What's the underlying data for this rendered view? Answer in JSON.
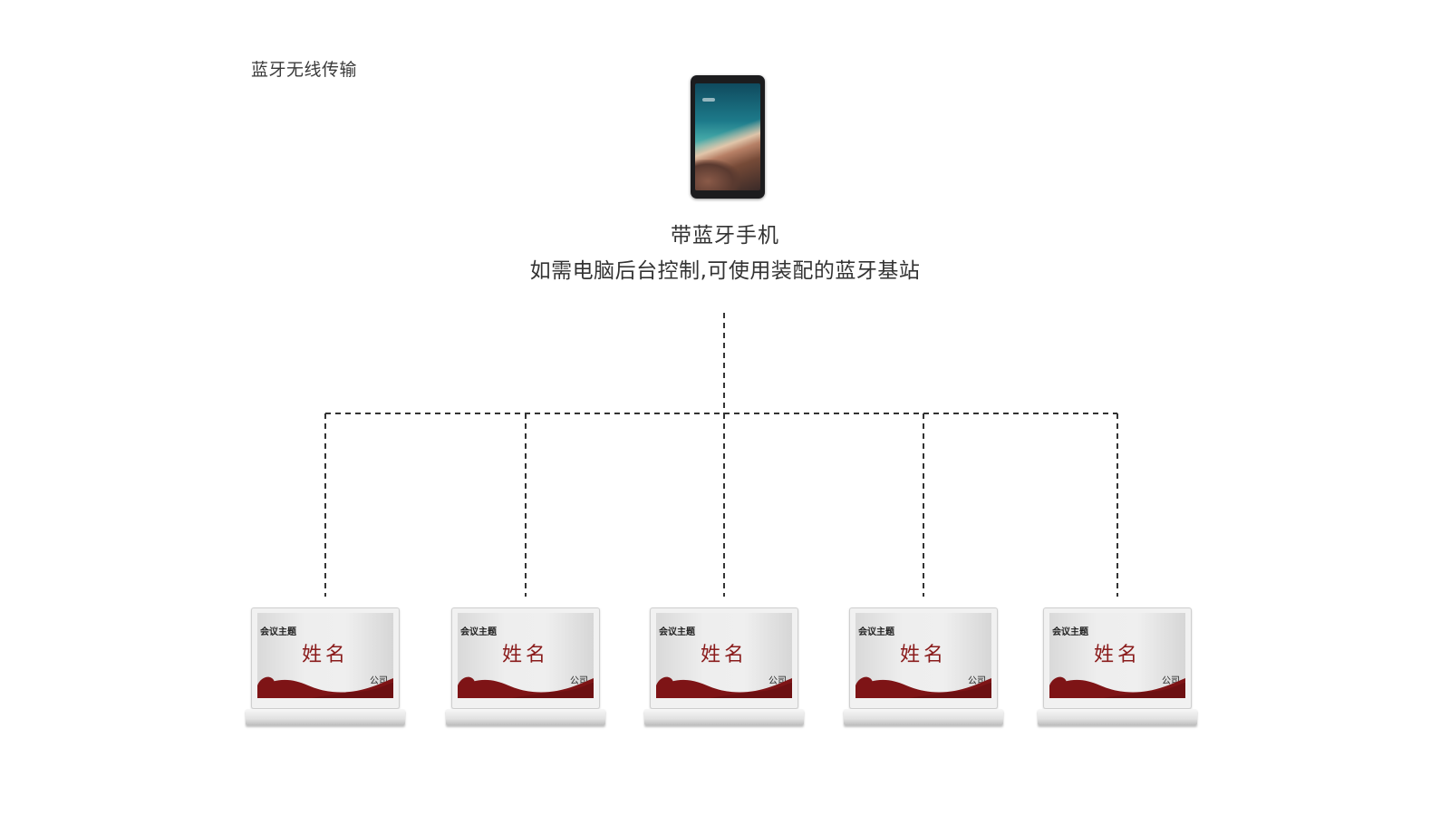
{
  "corner_label": "蓝牙无线传输",
  "phone": {
    "title": "带蓝牙手机",
    "subtitle": "如需电脑后台控制,可使用装配的蓝牙基站",
    "icon": "tablet-icon"
  },
  "cards": [
    {
      "topic": "会议主题",
      "name": "姓名",
      "company": "公司"
    },
    {
      "topic": "会议主题",
      "name": "姓名",
      "company": "公司"
    },
    {
      "topic": "会议主题",
      "name": "姓名",
      "company": "公司"
    },
    {
      "topic": "会议主题",
      "name": "姓名",
      "company": "公司"
    },
    {
      "topic": "会议主题",
      "name": "姓名",
      "company": "公司"
    }
  ],
  "colors": {
    "name_text": "#8a1c1c",
    "wave": "#7e1416",
    "connector": "#333333"
  }
}
